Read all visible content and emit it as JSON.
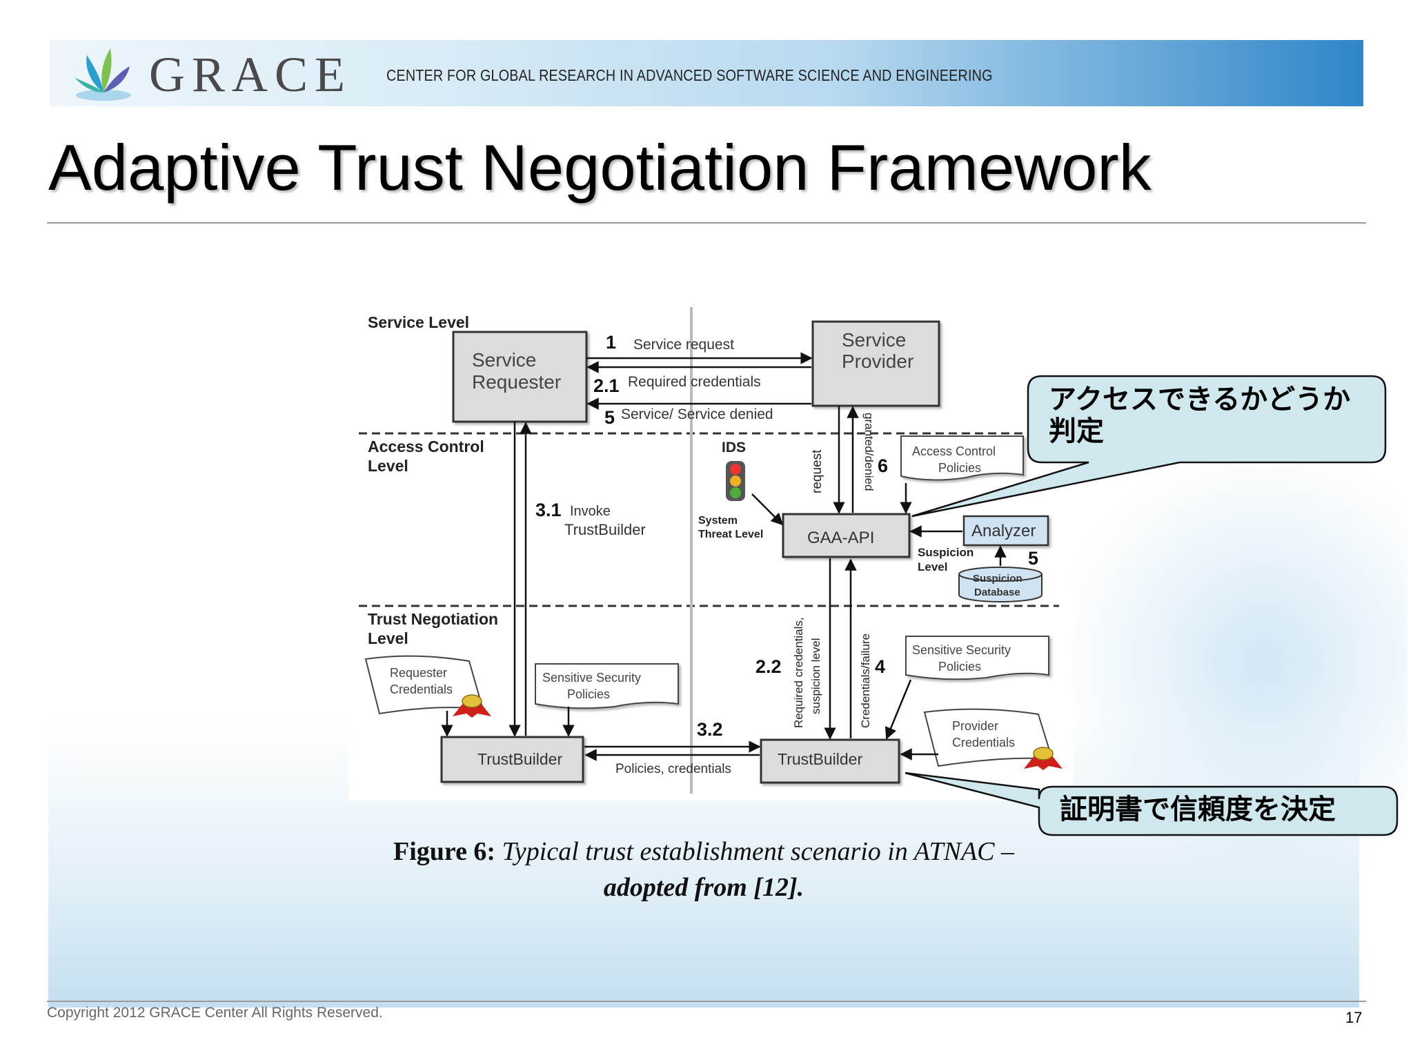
{
  "header": {
    "brand": "GRACE",
    "subtitle": "CENTER FOR GLOBAL RESEARCH IN ADVANCED SOFTWARE SCIENCE AND ENGINEERING"
  },
  "slide": {
    "title": "Adaptive Trust Negotiation Framework",
    "copyright": "Copyright 2012 GRACE Center All Rights Reserved.",
    "page_number": "17"
  },
  "diagram": {
    "levels": {
      "service": "Service Level",
      "access_1": "Access Control",
      "access_2": "Level",
      "trust_1": "Trust Negotiation",
      "trust_2": "Level"
    },
    "boxes": {
      "requester_1": "Service",
      "requester_2": "Requester",
      "provider_1": "Service",
      "provider_2": "Provider",
      "gaa": "GAA-API",
      "analyzer": "Analyzer",
      "trustbuilder_left": "TrustBuilder",
      "trustbuilder_right": "TrustBuilder"
    },
    "docs": {
      "acp_1": "Access Control",
      "acp_2": "Policies",
      "ssp_left_1": "Sensitive Security",
      "ssp_left_2": "Policies",
      "ssp_right_1": "Sensitive Security",
      "ssp_right_2": "Policies",
      "req_cred_1": "Requester",
      "req_cred_2": "Credentials",
      "prov_cred_1": "Provider",
      "prov_cred_2": "Credentials",
      "db_1": "Suspicion",
      "db_2": "Database"
    },
    "labels": {
      "n1": "1",
      "service_request": "Service request",
      "n21": "2.1",
      "required_credentials": "Required credentials",
      "n5": "5",
      "service_denied": "Service/ Service denied",
      "ids": "IDS",
      "n31": "3.1",
      "invoke": "Invoke",
      "invoke_tb": "TrustBuilder",
      "system_1": "System",
      "system_2": "Threat Level",
      "request_v": "request",
      "granted_v": "granted/denied",
      "n6": "6",
      "suspicion_1": "Suspicion",
      "suspicion_2": "Level",
      "n5b": "5",
      "n22": "2.2",
      "req_cred_v1": "Required credentials,",
      "req_cred_v2": "suspicion level",
      "cred_fail_v": "Credentials/failure",
      "n4": "4",
      "n32": "3.2",
      "policies_credentials": "Policies, credentials"
    },
    "caption": {
      "fig": "Figure 6:",
      "text": "Typical trust establishment scenario in ATNAC –",
      "line2": "adopted from [12]."
    }
  },
  "callouts": {
    "access_line1": "アクセスできるかどうか",
    "access_line2": "判定",
    "cert": "証明書で信頼度を決定"
  },
  "colors": {
    "callout_fill": "#cfe8ee",
    "box_fill": "#dcdcdc",
    "analyzer_fill": "#cfe3f3",
    "seal_red": "#d0201a"
  }
}
